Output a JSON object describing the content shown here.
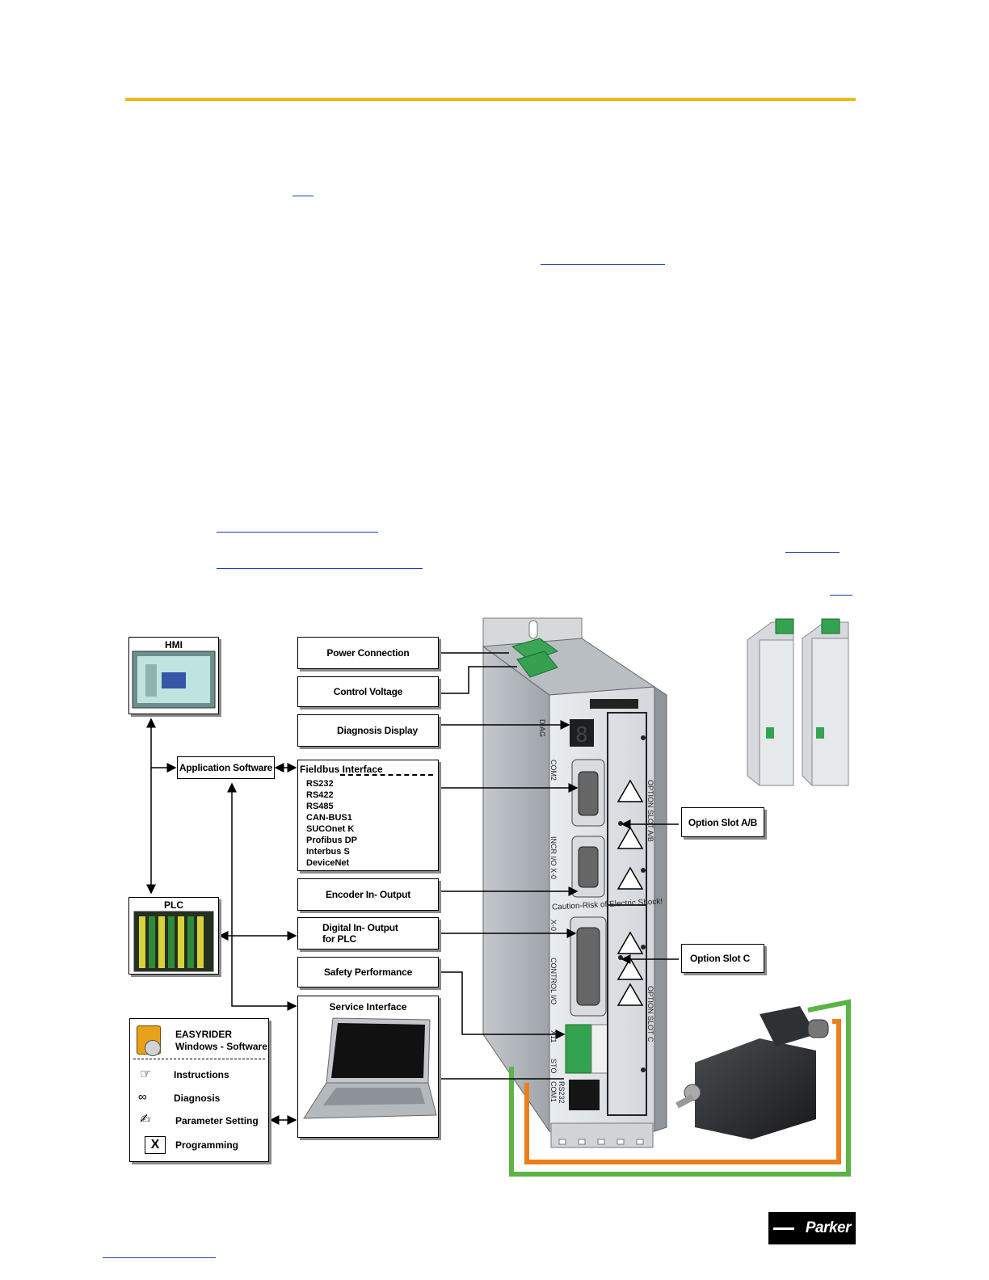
{
  "diagram": {
    "boxes": {
      "power_connection": "Power Connection",
      "control_voltage": "Control Voltage",
      "diagnosis_display": "Diagnosis Display",
      "application_software": "Application Software",
      "encoder": "Encoder In- Output",
      "digital_io": "Digital In- Output for PLC",
      "safety": "Safety Performance",
      "service_interface": "Service Interface",
      "option_slot_ab": "Option Slot A/B",
      "option_slot_c": "Option Slot C",
      "hmi": "HMI",
      "plc": "PLC"
    },
    "fieldbus": {
      "title": "Fieldbus Interface",
      "items": [
        "RS232",
        "RS422",
        "RS485",
        "CAN-BUS1",
        "SUCOnet K",
        "Profibus DP",
        "Interbus S",
        "DeviceNet"
      ]
    },
    "legend": {
      "title_line1": "EASYRIDER",
      "title_line2": "Windows - Software",
      "rows": [
        "Instructions",
        "Diagnosis",
        "Parameter Setting",
        "Programming"
      ],
      "programming_mark": "X"
    },
    "device_labels": {
      "diag": "DIAG",
      "com2": "COM2",
      "incr_io": "INCR I/O X-0",
      "x0": "X-0",
      "control_io": "CONTROL I/O",
      "x11": "X11",
      "sto": "STO",
      "com1": "COM1",
      "rs232": "RS232",
      "option_slot_ab": "OPTION SLOT A/B",
      "option_slot_c": "OPTION SLOT C",
      "caution": "Caution-Risk of Electric Shock!"
    },
    "display_digit": "8."
  },
  "brand": {
    "logo_text": "Parker",
    "accent_color": "#f4b81b",
    "link_color": "#1a3fb0"
  }
}
